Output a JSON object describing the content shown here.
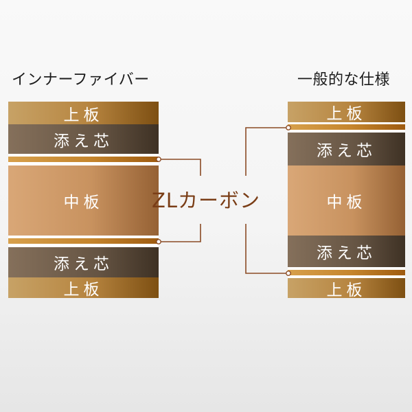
{
  "headings": {
    "left": "インナーファイバー",
    "right": "一般的な仕様"
  },
  "center_label": "ZLカーボン",
  "left_stack": {
    "top_plate": "上板",
    "upper_core": "添え芯",
    "middle_plate": "中板",
    "lower_core": "添え芯",
    "bottom_plate": "上板"
  },
  "right_stack": {
    "top_plate": "上板",
    "upper_core": "添え芯",
    "middle_plate": "中板",
    "lower_core": "添え芯",
    "bottom_plate": "上板"
  },
  "colors": {
    "connector": "#8a4a24",
    "label": "#7a3d16",
    "gold_plate": "#b6843f",
    "core": "#655443",
    "middle_plate": "#c8925f",
    "carbon_strip": "#c5852d"
  }
}
